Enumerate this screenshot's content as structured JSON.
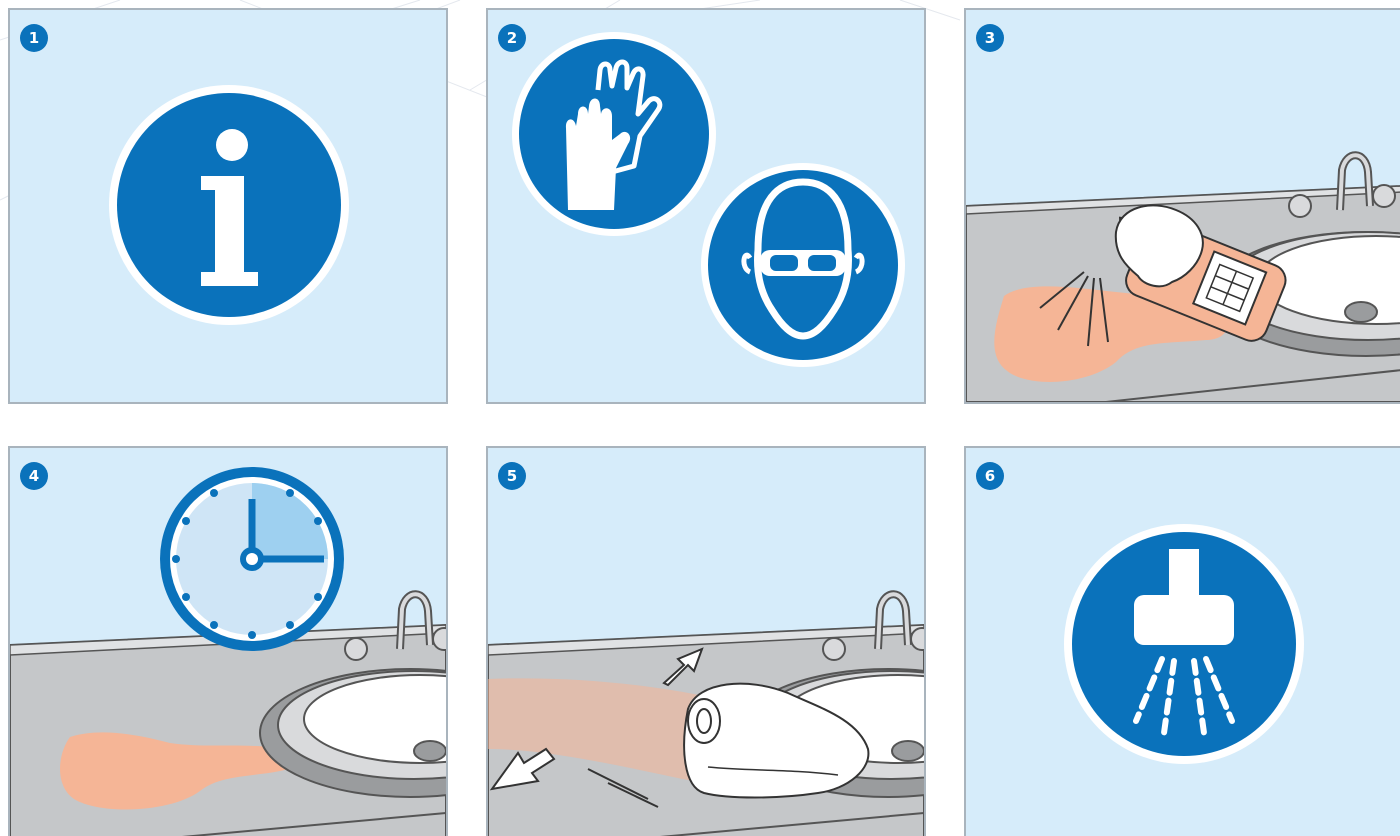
{
  "steps": [
    {
      "number": "1",
      "icon": "info-icon"
    },
    {
      "number": "2",
      "icon": "gloves-and-goggles-icon"
    },
    {
      "number": "3",
      "icon": "spray-bottle-icon"
    },
    {
      "number": "4",
      "icon": "clock-icon"
    },
    {
      "number": "5",
      "icon": "wipe-cloth-icon"
    },
    {
      "number": "6",
      "icon": "rinse-water-icon"
    }
  ],
  "colors": {
    "panel_bg": "#d6ecfa",
    "panel_border": "#a9b4bd",
    "brand_blue": "#0a72bb",
    "counter_grey": "#c5c7c9",
    "spill_peach": "#f5b596",
    "white": "#ffffff"
  }
}
